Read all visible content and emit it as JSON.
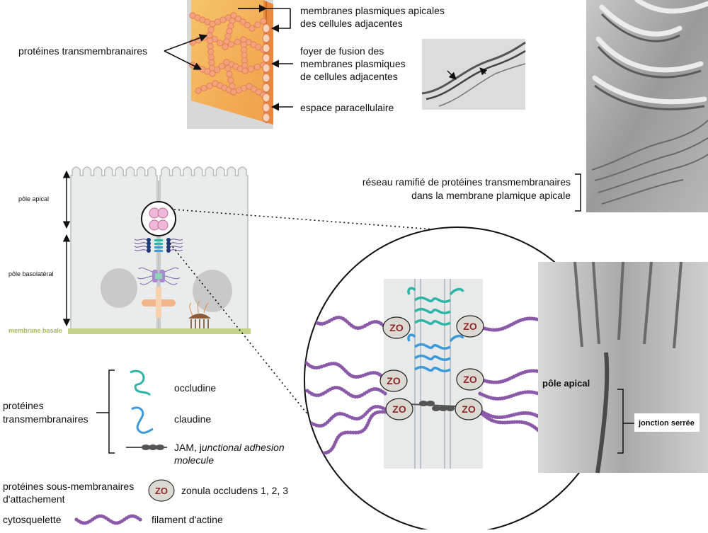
{
  "top_schematic": {
    "label_transmembrane": "protéines transmembranaires",
    "label_apical_membranes_1": "membranes plasmiques apicales",
    "label_apical_membranes_2": "des cellules adjacentes",
    "label_fusion_1": "foyer de fusion des",
    "label_fusion_2": "membranes plasmiques",
    "label_fusion_3": "de cellules adjacentes",
    "label_paracellular": "espace paracellulaire"
  },
  "freeze_fracture": {
    "label_network_1": "réseau ramifié de protéines transmembranaires",
    "label_network_2": "dans la membrane plamique apicale"
  },
  "cell": {
    "label_apical_pole": "pôle apical",
    "label_basolateral_pole": "pôle basolatéral",
    "label_basal_membrane": "membrane basale"
  },
  "zoom": {
    "zo_label": "ZO"
  },
  "micrograph": {
    "label_apical_pole": "pôle apical",
    "label_tight_junction": "jonction serrée"
  },
  "legend": {
    "group_transmembrane_1": "protéines",
    "group_transmembrane_2": "transmembranaires",
    "occludin": "occludine",
    "claudin": "claudine",
    "jam_prefix": "JAM, j",
    "jam_italic_1": "unctional adhesion",
    "jam_italic_2": "molecule",
    "group_submembrane_1": "protéines sous-membranaires",
    "group_submembrane_2": "d'attachement",
    "zo_symbol": "ZO",
    "zo_label": "zonula occludens 1, 2, 3",
    "group_cytoskeleton": "cytosquelette",
    "actin_label": "filament d'actine"
  },
  "colors": {
    "occludin": "#2fb5a5",
    "claudin": "#3d9ad6",
    "jam": "#555555",
    "actin": "#8a5aa8",
    "zo_fill": "#dcd8d2",
    "zo_text": "#8c2a2a",
    "membrane_orange": "#e88a4e",
    "basal_green": "#c5d38a",
    "cell_fill": "#e9eceb"
  }
}
